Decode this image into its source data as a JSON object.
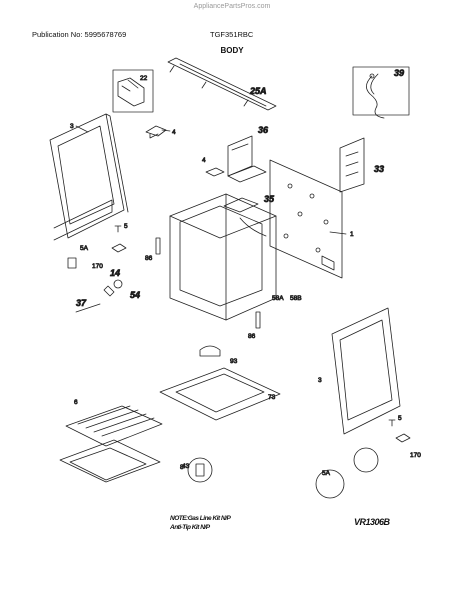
{
  "header": {
    "site": "AppliancePartsPros.com",
    "publication": "Publication No: 5995678769",
    "model": "TGF351RBC",
    "section_title": "BODY"
  },
  "footer": {
    "note_line1": "NOTE:Gas Line Kit N/P",
    "note_line2": "Anti-Tip Kit N/P",
    "drawing_code": "VR1306B"
  },
  "callouts": {
    "c22": "22",
    "c25a": "25A",
    "c39": "39",
    "c3_left": "3",
    "c4_top": "4",
    "c36": "36",
    "c4_mid": "4",
    "c33": "33",
    "c35": "35",
    "c1": "1",
    "c5": "5",
    "c5a_left": "5A",
    "c86_top": "86",
    "c170_left": "170",
    "c14": "14",
    "c37": "37",
    "c54": "54",
    "c58a": "58A",
    "c58b": "58B",
    "c86_bottom": "86",
    "c93": "93",
    "c3_right": "3",
    "c6": "6",
    "c73": "73",
    "c43": "43",
    "c8": "8",
    "c170_right": "170",
    "c5a_right": "5A",
    "c5_right": "5"
  }
}
